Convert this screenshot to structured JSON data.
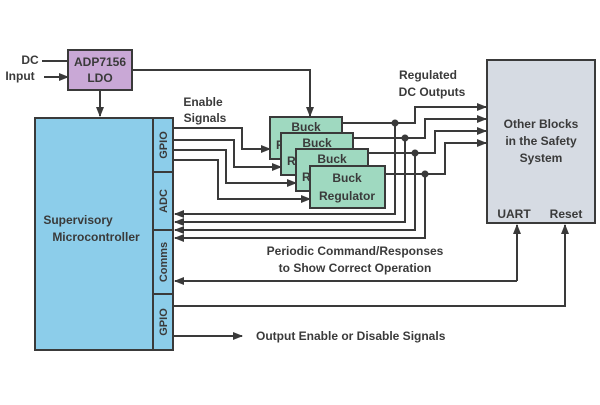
{
  "colors": {
    "mcu_fill": "#8ccdea",
    "ldo_fill": "#c9a8d6",
    "buck_fill": "#9fd9c0",
    "other_fill": "#d6dbe3",
    "stroke": "#3a3a3a"
  },
  "dc_input": {
    "line1": "DC",
    "line2": "Input"
  },
  "ldo": {
    "line1": "ADP7156",
    "line2": "LDO"
  },
  "mcu": {
    "line1": "Supervisory",
    "line2": "Microcontroller"
  },
  "mcu_ports": {
    "gpio_top": "GPIO",
    "adc": "ADC",
    "comms": "Comms",
    "gpio_bottom": "GPIO"
  },
  "enable_signals": {
    "line1": "Enable",
    "line2": "Signals"
  },
  "buck": {
    "line1": "Buck",
    "line2": "Regulator",
    "partial1": "R"
  },
  "regulated_outputs": {
    "line1": "Regulated",
    "line2": "DC Outputs"
  },
  "other_blocks": {
    "line1": "Other Blocks",
    "line2": "in the Safety",
    "line3": "System",
    "uart": "UART",
    "reset": "Reset"
  },
  "periodic": {
    "line1": "Periodic Command/Responses",
    "line2": "to Show Correct Operation"
  },
  "output_enable": "Output Enable or Disable Signals"
}
